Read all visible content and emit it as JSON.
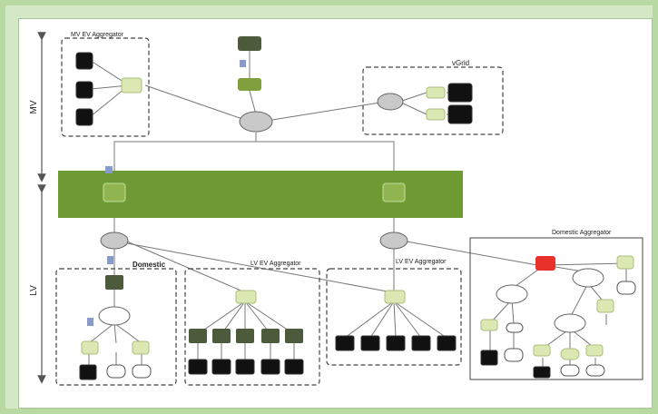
{
  "labels": {
    "mv_axis": "MV",
    "lv_axis": "LV",
    "mv_aggregator": "MV EV Aggregator",
    "vgrid": "vGrid",
    "domestic_left": "Domestic",
    "lv_aggregator_1": "LV EV Aggregator",
    "lv_aggregator_2": "LV EV Aggregator",
    "domestic_aggregator": "Domestic Aggregator"
  },
  "colors": {
    "substation_band": "#6d9a33",
    "light_node": "#dbe8b3",
    "dark_node": "#4d5a3c",
    "black_node": "#111111",
    "cloud": "#c9c9c9",
    "alert_node": "#e8312a",
    "marker": "#8a9ac9"
  }
}
